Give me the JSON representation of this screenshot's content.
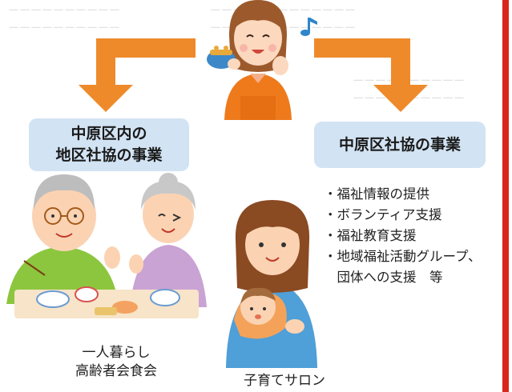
{
  "left_box": {
    "line1": "中原区内の",
    "line2": "地区社協の事業"
  },
  "right_box": {
    "label": "中原区社協の事業"
  },
  "services": [
    "・福祉情報の提供",
    "・ボランティア支援",
    "・福祉教育支援",
    "・地域福祉活動グループ、",
    "　団体への支援　等"
  ],
  "captions": {
    "luncheon_line1": "一人暮らし",
    "luncheon_line2": "高齢者会食会",
    "salon": "子育てサロン"
  },
  "colors": {
    "arrow": "#ef8a2a",
    "box": "#d2e3f3",
    "accent_bar": "#d8261c"
  },
  "icons": [
    "woman-with-purse-icon",
    "music-note-icon",
    "elderly-couple-meal-icon",
    "mother-and-baby-icon"
  ]
}
